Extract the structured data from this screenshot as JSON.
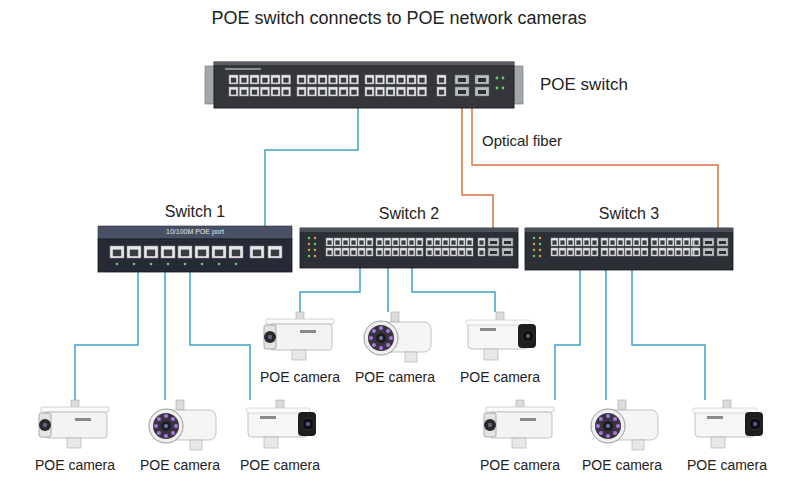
{
  "diagram": {
    "title": "POE switch connects to POE network cameras",
    "nodes": [
      {
        "text": [
          "POE switch"
        ]
      },
      {
        "text": [
          "Switch 1"
        ]
      },
      {
        "text": [
          "Switch 2"
        ]
      },
      {
        "text": [
          "Switch 3"
        ]
      },
      {
        "text": [
          "POE camera"
        ]
      },
      {
        "text": [
          "POE camera"
        ]
      },
      {
        "text": [
          "POE camera"
        ]
      },
      {
        "text": [
          "POE camera"
        ]
      },
      {
        "text": [
          "POE camera"
        ]
      },
      {
        "text": [
          "POE camera"
        ]
      },
      {
        "text": [
          "POE camera"
        ]
      },
      {
        "text": [
          "POE camera"
        ]
      },
      {
        "text": [
          "POE camera"
        ]
      }
    ],
    "edges": [
      {
        "from": 0,
        "to": 1,
        "arrow": "none"
      },
      {
        "from": 0,
        "to": 2,
        "arrow": "none"
      },
      {
        "from": 0,
        "to": 3,
        "arrow": "none"
      },
      {
        "from": 2,
        "to": 4,
        "arrow": "none"
      },
      {
        "from": 2,
        "to": 5,
        "arrow": "none"
      },
      {
        "from": 2,
        "to": 6,
        "arrow": "none"
      },
      {
        "from": 1,
        "to": 7,
        "arrow": "none"
      },
      {
        "from": 1,
        "to": 8,
        "arrow": "none"
      },
      {
        "from": 1,
        "to": 9,
        "arrow": "none"
      },
      {
        "from": 3,
        "to": 10,
        "arrow": "none"
      },
      {
        "from": 3,
        "to": 11,
        "arrow": "none"
      },
      {
        "from": 3,
        "to": 12,
        "arrow": "none"
      }
    ],
    "labels": [
      "Optical fiber",
      "10/100M POE port"
    ]
  }
}
